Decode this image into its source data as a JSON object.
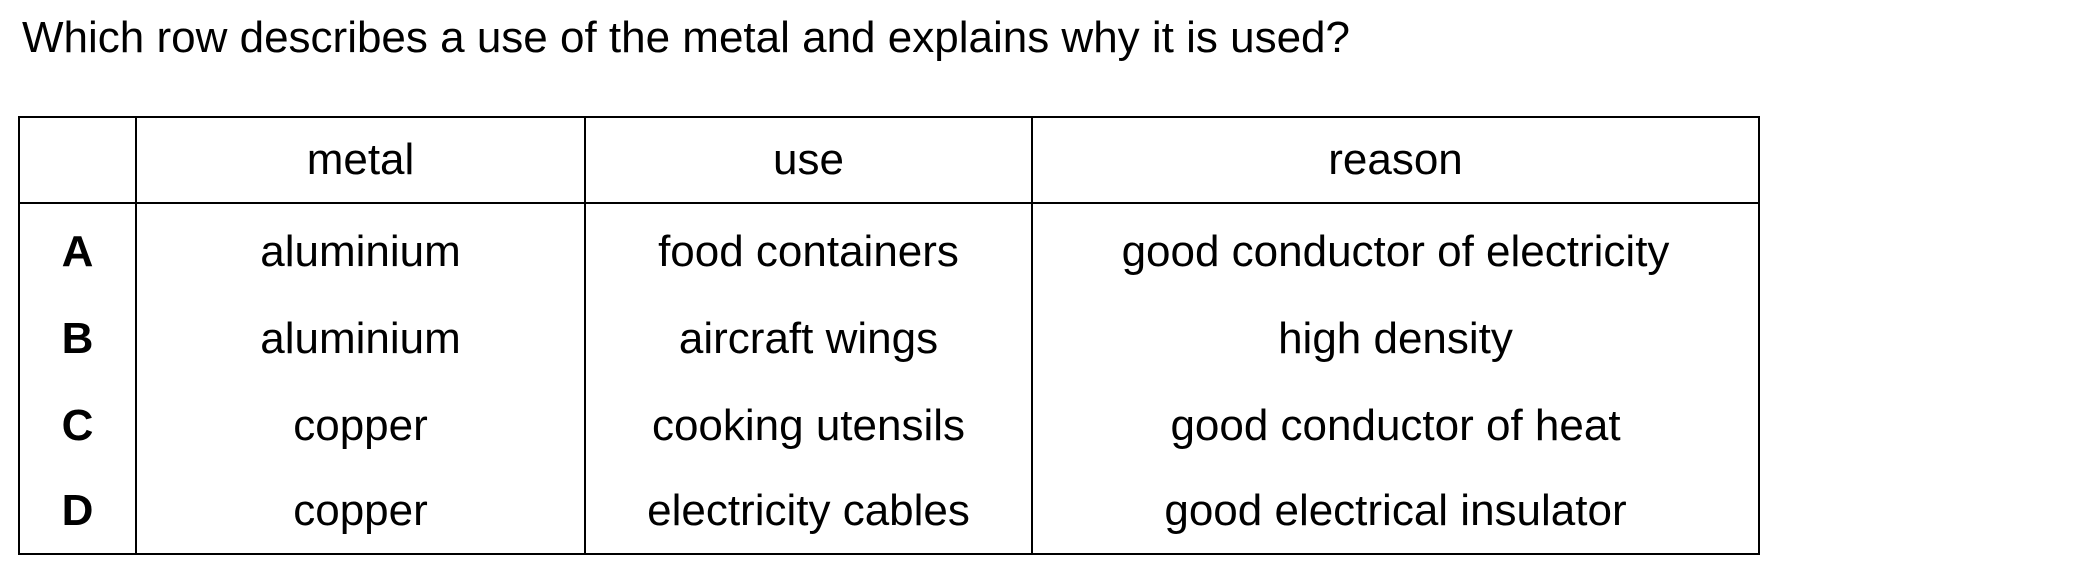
{
  "question": "Which row describes a use of the metal and explains why it is used?",
  "table": {
    "headers": [
      "",
      "metal",
      "use",
      "reason"
    ],
    "rows": [
      {
        "letter": "A",
        "metal": "aluminium",
        "use": "food containers",
        "reason": "good conductor of electricity"
      },
      {
        "letter": "B",
        "metal": "aluminium",
        "use": "aircraft wings",
        "reason": "high density"
      },
      {
        "letter": "C",
        "metal": "copper",
        "use": "cooking utensils",
        "reason": "good conductor of heat"
      },
      {
        "letter": "D",
        "metal": "copper",
        "use": "electricity cables",
        "reason": "good electrical insulator"
      }
    ]
  }
}
